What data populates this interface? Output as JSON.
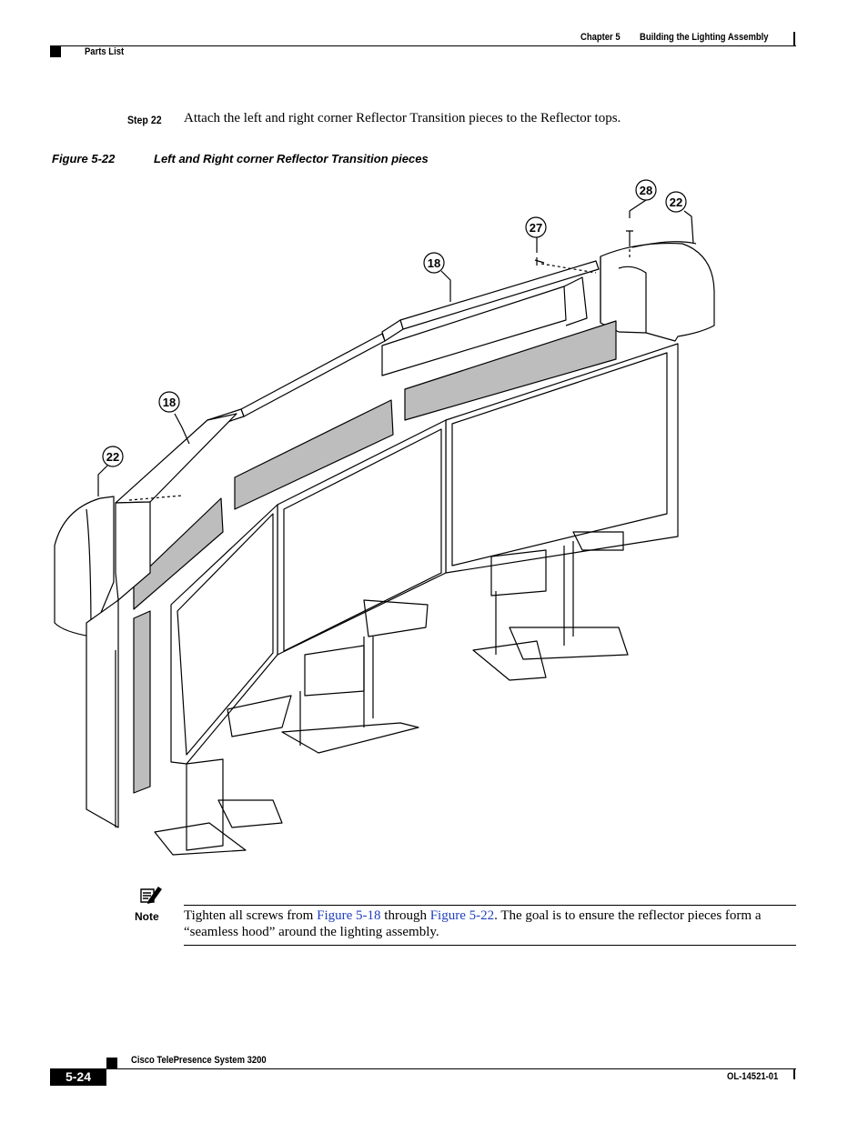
{
  "header": {
    "chapter": "Chapter 5",
    "chapter_title": "Building the Lighting Assembly",
    "section": "Parts List"
  },
  "step": {
    "label": "Step 22",
    "text": "Attach the left and right corner Reflector Transition pieces to the Reflector tops."
  },
  "figure": {
    "number": "Figure 5-22",
    "title": "Left and Right corner Reflector Transition pieces",
    "callouts": [
      "28",
      "22",
      "27",
      "18",
      "18",
      "22"
    ]
  },
  "note": {
    "label": "Note",
    "text_1": "Tighten all screws from ",
    "link_1": "Figure 5-18",
    "text_2": " through ",
    "link_2": "Figure 5-22",
    "text_3": ". The goal is to ensure the reflector pieces form a “seamless hood” around the lighting assembly.",
    "link_color": "#1f3fbf"
  },
  "footer": {
    "product": "Cisco TelePresence System 3200",
    "page_number": "5-24",
    "doc_id": "OL-14521-01"
  }
}
